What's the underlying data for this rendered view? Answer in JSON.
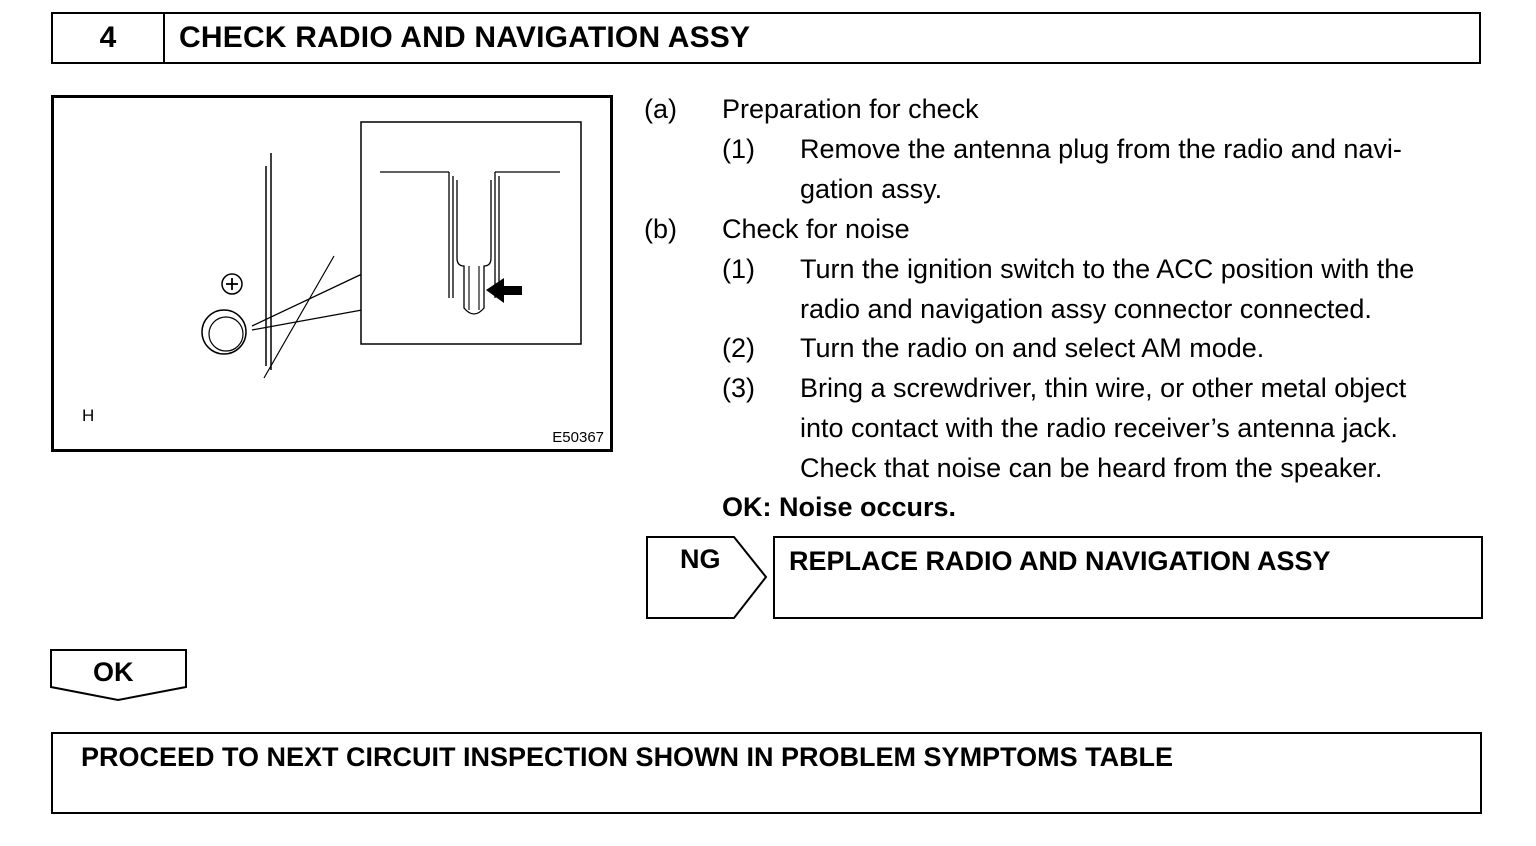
{
  "step": {
    "number": "4",
    "title": "CHECK RADIO AND NAVIGATION ASSY"
  },
  "figure": {
    "letter": "H",
    "code": "E50367",
    "icons": [
      "plus-circle-icon",
      "antenna-jack-icon",
      "arrow-left-icon"
    ]
  },
  "instructions": {
    "a_marker": "(a)",
    "a_text": "Preparation for check",
    "a1_marker": "(1)",
    "a1_line1": "Remove the antenna plug from the radio and navi-",
    "a1_line2": "gation assy.",
    "b_marker": "(b)",
    "b_text": "Check for noise",
    "b1_marker": "(1)",
    "b1_line1": "Turn the ignition switch to the ACC position with the",
    "b1_line2": "radio and navigation assy connector connected.",
    "b2_marker": "(2)",
    "b2_line1": "Turn the radio on and select AM mode.",
    "b3_marker": "(3)",
    "b3_line1": "Bring a screwdriver, thin wire, or other metal object",
    "b3_line2": "into contact with the radio receiver’s antenna jack.",
    "b3_line3": "Check that noise can be heard from the speaker.",
    "ok_criteria": "OK: Noise occurs."
  },
  "ng_result": {
    "label": "NG",
    "action": "REPLACE RADIO AND NAVIGATION ASSY"
  },
  "ok_result": {
    "label": "OK",
    "action": "PROCEED TO NEXT CIRCUIT INSPECTION SHOWN IN PROBLEM SYMPTOMS TABLE"
  }
}
